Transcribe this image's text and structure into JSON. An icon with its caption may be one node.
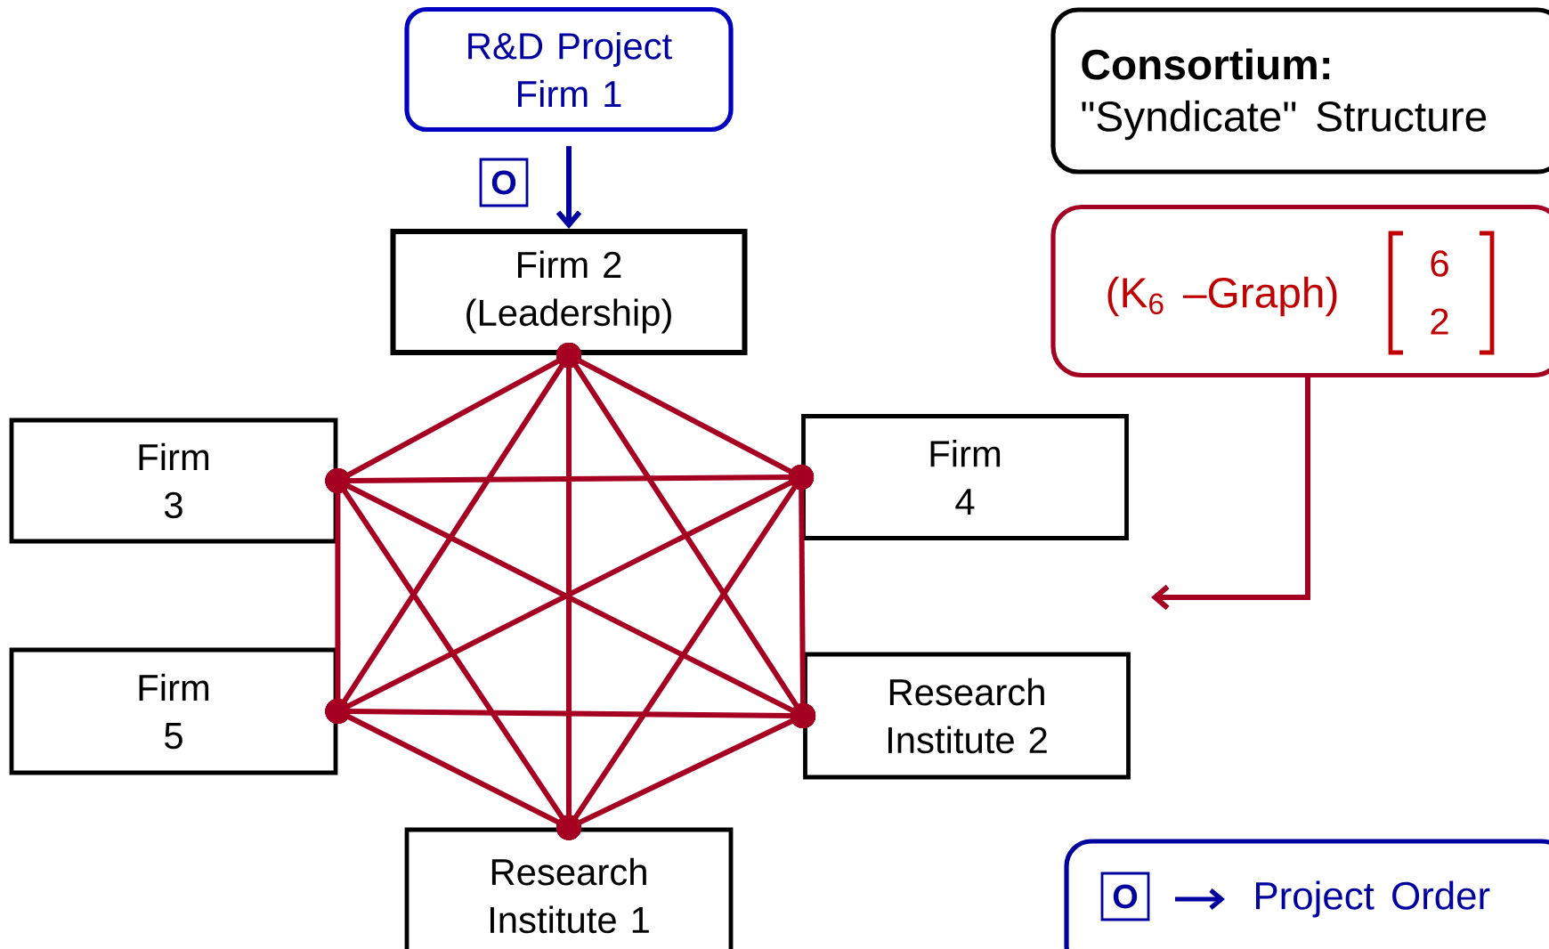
{
  "diagram": {
    "nodes": [
      {
        "text": [
          "R&D Project Firm 1"
        ]
      },
      {
        "text": [
          "Firm 2 (Leadership)"
        ]
      },
      {
        "text": [
          "Firm 3"
        ]
      },
      {
        "text": [
          "Firm 4"
        ]
      },
      {
        "text": [
          "Firm 5"
        ]
      },
      {
        "text": [
          "Research Institute 2"
        ]
      },
      {
        "text": [
          "Research Institute 1"
        ]
      },
      {
        "text": [
          "Consortium:",
          "\"Syndicate\" Structure"
        ]
      },
      {
        "text": [
          "(K$_{6}$ –Graph)",
          "6",
          "2"
        ]
      }
    ],
    "edges": [
      {
        "from": 0,
        "to": 1,
        "arrow": "to",
        "label": "O",
        "color": "#0000a0"
      },
      {
        "from": 1,
        "to": 2,
        "arrow": "other"
      },
      {
        "from": 1,
        "to": 3,
        "arrow": "other"
      },
      {
        "from": 1,
        "to": 4,
        "arrow": "other"
      },
      {
        "from": 1,
        "to": 5,
        "arrow": "other"
      },
      {
        "from": 1,
        "to": 6,
        "arrow": "other"
      },
      {
        "from": 2,
        "to": 3,
        "arrow": "other"
      },
      {
        "from": 2,
        "to": 4,
        "arrow": "other"
      },
      {
        "from": 2,
        "to": 5,
        "arrow": "other"
      },
      {
        "from": 2,
        "to": 6,
        "arrow": "other"
      },
      {
        "from": 3,
        "to": 4,
        "arrow": "other"
      },
      {
        "from": 3,
        "to": 5,
        "arrow": "other"
      },
      {
        "from": 3,
        "to": 6,
        "arrow": "other"
      },
      {
        "from": 4,
        "to": 5,
        "arrow": "other"
      },
      {
        "from": 4,
        "to": 6,
        "arrow": "other"
      },
      {
        "from": 5,
        "to": 6,
        "arrow": "other"
      },
      {
        "from": 8,
        "to": null,
        "arrow": "to"
      }
    ],
    "labels": [
      "O"
    ],
    "legend": [
      {
        "text": "Project Order"
      }
    ]
  }
}
